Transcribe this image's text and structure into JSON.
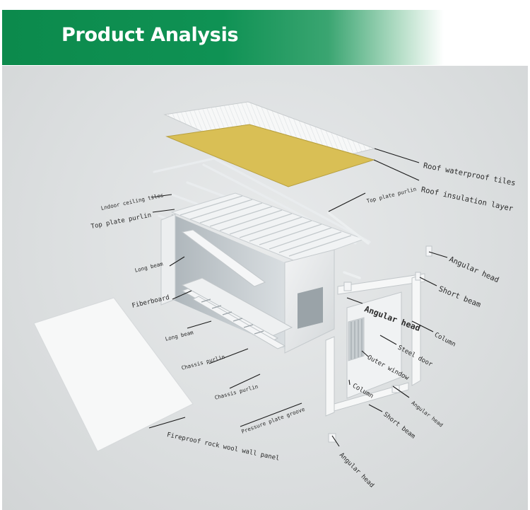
{
  "banner": {
    "title": "Product Analysis"
  },
  "colors": {
    "banner_green": "#0f9254",
    "background": "#dcdfe0",
    "insulation": "#d9bf55",
    "leader": "#1a1a1a"
  },
  "labels": {
    "roof_waterproof_tiles": "Roof waterproof tiles",
    "roof_insulation_layer": "Roof insulation layer",
    "indoor_ceiling_tiles": "Lndoor ceiling tiles",
    "top_plate_purlin_left": "Top plate purlin",
    "top_plate_purlin_right": "Top plate purlin",
    "long_beam_top": "Long beam",
    "fiberboard": "Fiberboard",
    "long_beam_bottom": "Long beam",
    "chassis_purlin_1": "Chassis purlin",
    "chassis_purlin_2": "Chassis purlin",
    "pressure_plate_groove": "Pressure plate groove",
    "fireproof_panel": "Fireproof rock wool wall panel",
    "angular_head_1": "Angular head",
    "short_beam_1": "Short beam",
    "angular_head_2": "Angular head",
    "column_1": "Column",
    "steel_door": "Steel door",
    "outer_window": "Outer window",
    "column_2": "Column",
    "angular_head_3": "Angular head",
    "short_beam_2": "Short beam",
    "angular_head_4": "Angular head"
  }
}
